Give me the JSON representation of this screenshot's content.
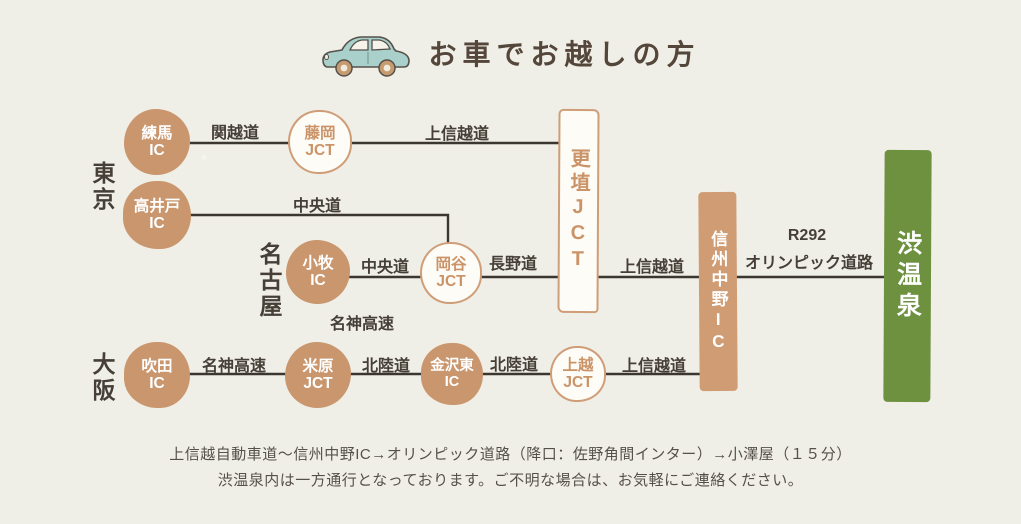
{
  "title": "お車でお越しの方",
  "regions": {
    "tokyo": "東京",
    "nagoya": "名古屋",
    "osaka": "大阪"
  },
  "nodes": {
    "nerima_ic": {
      "line1": "練馬",
      "line2": "IC"
    },
    "fujioka_jct": {
      "line1": "藤岡",
      "line2": "JCT"
    },
    "takaido_ic": {
      "line1": "高井戸",
      "line2": "IC"
    },
    "komaki_ic": {
      "line1": "小牧",
      "line2": "IC"
    },
    "okaya_jct": {
      "line1": "岡谷",
      "line2": "JCT"
    },
    "suita_ic": {
      "line1": "吹田",
      "line2": "IC"
    },
    "maibara_jct": {
      "line1": "米原",
      "line2": "JCT"
    },
    "kanazawahigashi_ic": {
      "line1": "金沢東",
      "line2": "IC"
    },
    "joetsu_jct": {
      "line1": "上越",
      "line2": "JCT"
    },
    "koshoku_jct": "更埴JCT",
    "shinshunakano_ic": "信州中野IC",
    "shibu_onsen": "渋温泉"
  },
  "roads": {
    "kanetsu": "関越道",
    "joshinetsu_top": "上信越道",
    "chuo_takaido": "中央道",
    "chuo_komaki": "中央道",
    "nagano": "長野道",
    "joshinetsu_mid": "上信越道",
    "r292": "R292",
    "olympic": "オリンピック道路",
    "meishin_link": "名神高速",
    "meishin": "名神高速",
    "hokuriku_1": "北陸道",
    "hokuriku_2": "北陸道",
    "joshinetsu_bottom": "上信越道"
  },
  "notes": {
    "line1": "上信越自動車道～信州中野IC→オリンピック道路（降口：佐野角間インター）→小澤屋（１５分）",
    "line2": "渋温泉内は一方通行となっております。ご不明な場合は、お気軽にご連絡ください。"
  },
  "colors": {
    "background": "#f0efe7",
    "tan_fill": "#c9966e",
    "tan_outline": "#cf9d77",
    "green": "#6e9140",
    "line": "#3b362e",
    "text_dark": "#453f37",
    "title_brown": "#54463a",
    "car_body": "#a9d0ca"
  }
}
